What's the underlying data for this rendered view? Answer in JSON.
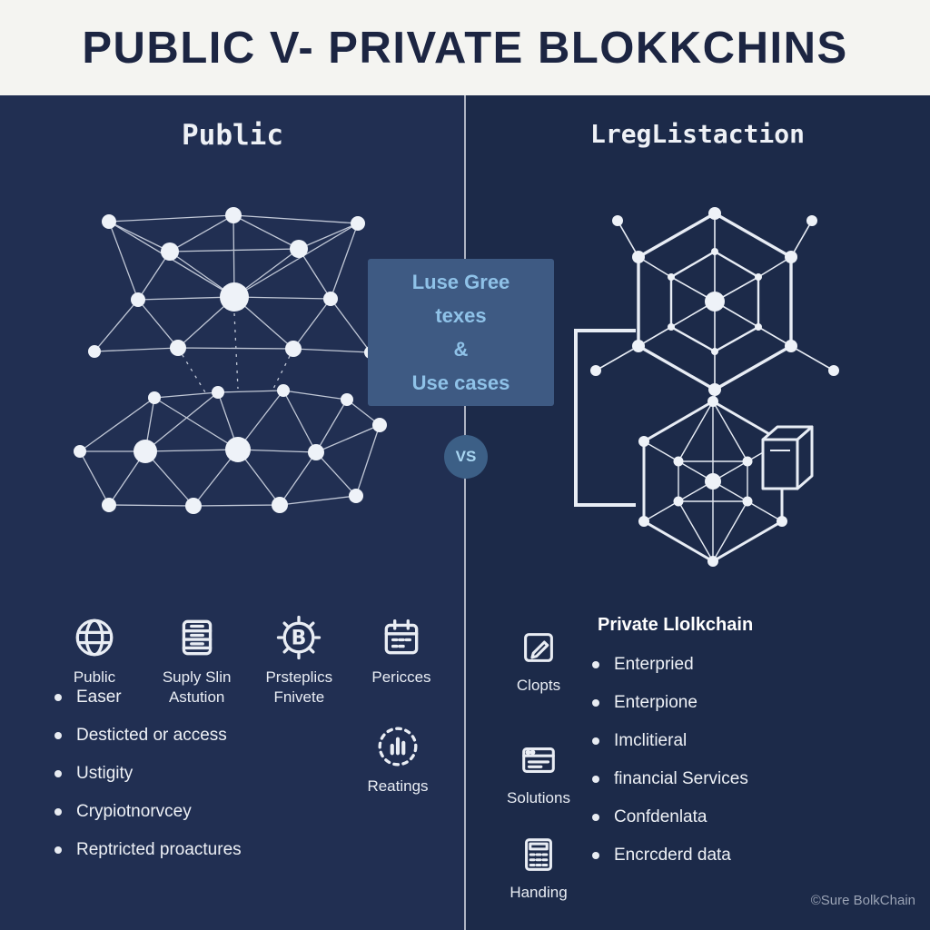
{
  "header": {
    "title": "PUBLIC V- PRIVATE BLOKKCHINS"
  },
  "columns": {
    "left_title": "Public",
    "right_title": "LregListaction"
  },
  "center": {
    "box_lines": [
      "Luse Gree",
      "texes",
      "&",
      "Use cases"
    ],
    "vs_label": "VS"
  },
  "left_section": {
    "icons": [
      {
        "icon": "globe-icon",
        "label": "Public"
      },
      {
        "icon": "ledger-icon",
        "label": "Suply Slin Astution"
      },
      {
        "icon": "bitcoin-icon",
        "label": "Prsteplics Fnivete"
      },
      {
        "icon": "calendar-icon",
        "label": "Pericces"
      },
      {
        "icon": "chart-burst-icon",
        "label": "Reatings"
      }
    ],
    "bullets": [
      "Easer",
      "Desticted or access",
      "Ustigity",
      "Crypiotnorvcey",
      "Reptricted proactures"
    ]
  },
  "right_section": {
    "heading": "Private Llolkchain",
    "icons": [
      {
        "icon": "edit-box-icon",
        "label": "Clopts"
      },
      {
        "icon": "browser-icon",
        "label": "Solutions"
      },
      {
        "icon": "calculator-icon",
        "label": "Handing"
      }
    ],
    "bullets": [
      "Enterpried",
      "Enterpione",
      "Imclitieral",
      "financial Services",
      "Confdenlata",
      "Encrcderd data"
    ]
  },
  "footer": {
    "credit": "©Sure BolkChain"
  },
  "colors": {
    "header_bg": "#f4f4f1",
    "header_text": "#1c2542",
    "background_left": "#212f52",
    "background_right": "#1c2a49",
    "center_box_bg": "#3e5a83",
    "center_box_text": "#8fc2e8",
    "network_line": "#e4e9f2"
  }
}
